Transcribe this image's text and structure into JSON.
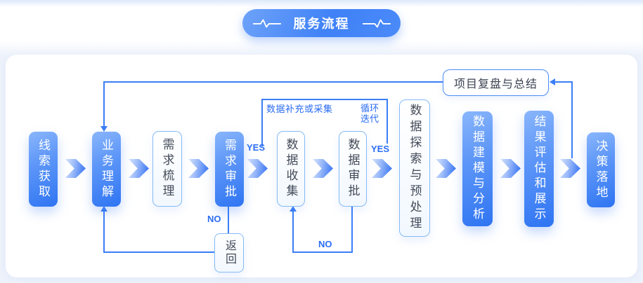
{
  "header": {
    "title": "服务流程"
  },
  "icons": {
    "pulse_left": "ecg-pulse-icon",
    "pulse_right": "ecg-pulse-icon",
    "flow_arrow": "chevron-right-arrow-icon"
  },
  "colors": {
    "accent_blue": "#3b7ef6",
    "label_blue": "#2b6df3",
    "node_gradient_from": "#8ab6fb",
    "node_gradient_to": "#2e74f2",
    "white_node_border": "#85bbf3",
    "dark_text": "#434b59",
    "panel_bg": "#ffffff",
    "page_bg": "#edf2fb"
  },
  "flow": {
    "nodes": [
      {
        "label": "线索获取",
        "variant": "blue"
      },
      {
        "label": "业务理解",
        "variant": "blue"
      },
      {
        "label": "需求梳理",
        "variant": "white"
      },
      {
        "label": "需求审批",
        "variant": "blue"
      },
      {
        "label": "数据收集",
        "variant": "white"
      },
      {
        "label": "数据审批",
        "variant": "white"
      },
      {
        "label": "数据探索与预处理",
        "variant": "white"
      },
      {
        "label": "数据建模与分析",
        "variant": "blue"
      },
      {
        "label": "结果评估和展示",
        "variant": "blue"
      },
      {
        "label": "决策落地",
        "variant": "blue"
      }
    ],
    "review_node": {
      "label": "项目复盘与总结"
    },
    "return_node": {
      "label": "返回"
    },
    "labels": {
      "yes_requirement": "YES",
      "yes_data": "YES",
      "no_requirement": "NO",
      "no_data": "NO",
      "loop_top": "数据补充或采集",
      "loop_right": "循环迭代"
    }
  }
}
